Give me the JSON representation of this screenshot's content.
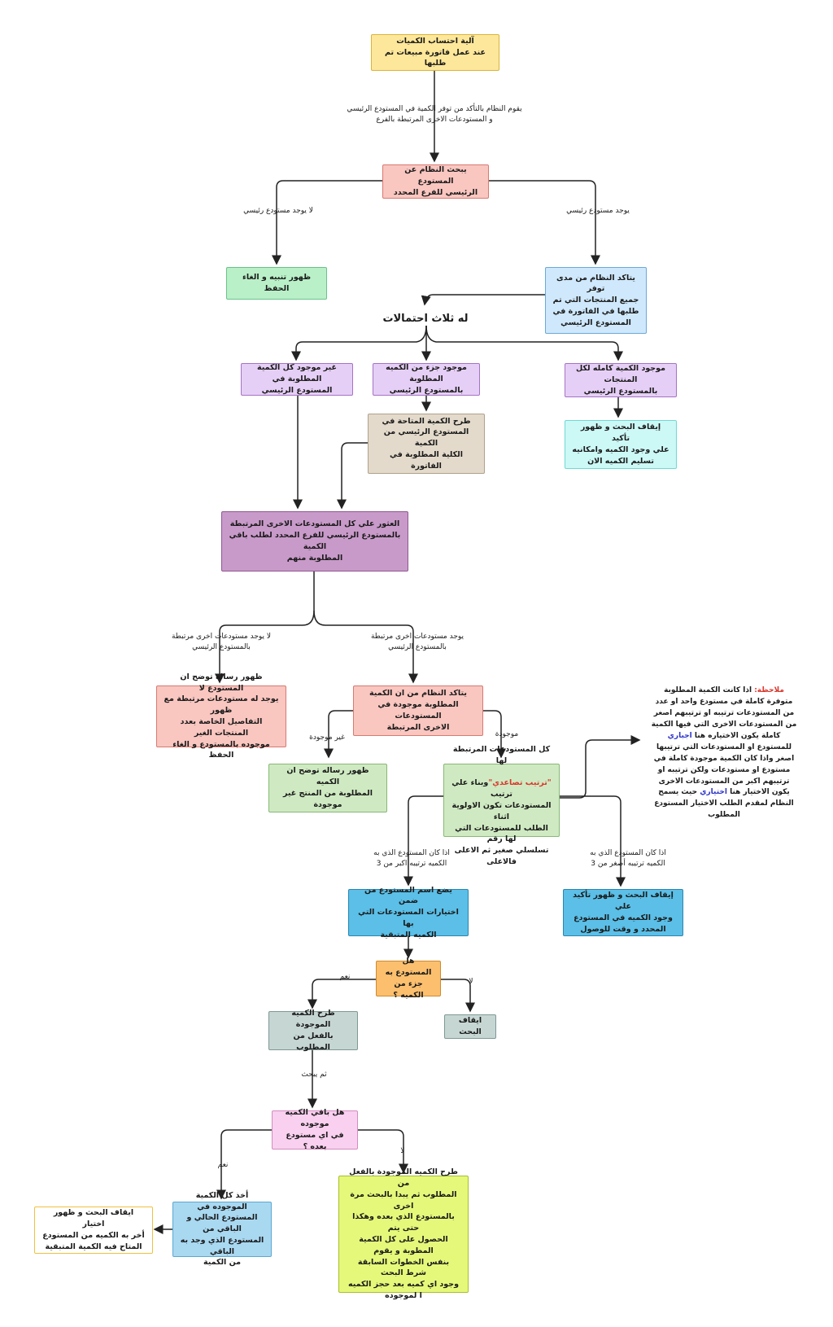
{
  "title_box": "آلية احتساب الكميات\nعند عمل فاتورة مبيعات تم طلبها",
  "check_label": "يقوم النظام بالتأكد من توفر الكمية في المستودع الرئيسي\nو المستودعات الاخرى المرتبطة بالفرع",
  "search_main": "يبحث النظام عن المستودع\nالرئيسي للفرع المحدد",
  "no_main_label": "لا يوجد  مستودع رئيسي",
  "yes_main_label": "يوجد  مستودع رئيسي",
  "alert_cancel": "ظهور تنبيه و الغاء الحفظ",
  "verify_main": "يتاكد النظام من مدى توفر\nجميع المنتجات التي تم\nطلبها في الفاتورة في\nالمستودع الرئيسي",
  "three_cases": "له ثلاث احتمالات",
  "case_none": "غير موجود كل الكمية المطلوبة  في\nالمستودع الرئيسي",
  "case_partial": "موجود جزء من الكميه المطلوبة\nبالمستودع الرئيسي",
  "case_full": "موجود الكمية كامله لكل المنتجات\nبالمستودع الرئيسي",
  "subtract_available": "طرح الكمية المتاحة  في\nالمستودع الرئيسي من الكمية\nالكلية المطلوبة في الفاتورة",
  "stop_confirm_now": "إيقاف البحث و ظهور تأكيد\nعلي وجود الكميه  وامكانيه\nتسليم الكميه الان",
  "find_linked": "العثور علي كل المستودعات  الاخرى المرتبطة\nبالمستودع الرئيسي للفرع المحدد  لطلب باقي الكمية\nالمطلوبة منهم",
  "no_linked_label": "لا يوجد مستودعات اخرى مرتبطة\nبالمستودع الرئيسي",
  "yes_linked_label": "يوجد مستودعات اخرى مرتبطة\nبالمستودع الرئيسي",
  "no_linked_msg": "ظهور رساله توضح ان المستودع لا\nيوجد له مستودعات مرتبطة  مع ظهور\nالتفاصيل الخاصة بعدد المنتجات الغير\nموجوده بالمستودع و الغاء الحفظ",
  "verify_linked": "يتاكد النظام من ان الكمية\nالمطلوبة موجودة في المستودعات\nالاخرى المرتبطة",
  "not_found_label": "غير موجودة",
  "found_label": "موجودة",
  "not_found_msg": "ظهور رساله توضح ان الكميه\nالمطلوبة من المنتج  غير موجودة",
  "ordering": {
    "line1": "كل المستودعات المرتبطة لها",
    "quote": "\"ترتيب تصاعدي\"",
    "rest": "وبناء علي ترتيب\nالمستودعات تكون الاولوية اثناء\nالطلب للمستودعات التي لها رقم\nتسلسلي صغير ثم الاعلى فالاعلى"
  },
  "rank_gt3_label": "اذا كان  المستودع الذي به\nالكميه ترتيبه اكبر من 3",
  "rank_lt3_label": "اذا كان  المستودع الذي به\nالكميه ترتيبه أصغر من 3",
  "add_to_options": "يضع اسم المستودع من ضمن\nاختيارات  المستودعات التي بها\nالكميه المتبقية",
  "stop_confirm_branch": "إيقاف البحث و ظهور تأكيد علي\nوجود الكميه في المستودع\nالمحدد  و وقت للوصول",
  "has_partial": "هل المستودع به\nجزء من الكميه ؟",
  "yes_label": "نعم",
  "no_label": "لا",
  "subtract_needed": "طرح  الكميه الموجودة\nبالفعل من المطلوب",
  "stop_search": "ايقاف البحث",
  "then_search": "ثم يبحث",
  "remaining_q": "هل باقي الكميه موجوده\nفي اي مستودع  بعده ؟",
  "yes_label2": "نعم",
  "no_label2": "لا",
  "take_all": "أخذ كل الكمية الموجوده في\nالمستودع الحالي و الباقي من\nالمستودع الذي وجد به الباقي\nمن الكمية",
  "stop_choose_other": "ايقاف البحث و ظهور اختيار\nأخر به الكميه من المستودع\nالمتاح فيه الكمية المتبقية",
  "loop_search": "طرح  الكميه الموجودة بالفعل من\nالمطلوب ثم يبدا بالبحث مرة اخرى\nبالمستودع الذي بعده وهكذا حتى يتم\nالحصول على كل الكمية المطوبة و يقوم\nبنفس الخطوات السابقة\nشرط البحث\nوجود اي كميه بعد حجز الكميه ا لموجوده",
  "note": {
    "prefix": "ملاحظة:",
    "part1": " اذا كانت الكمية المطلوبة متوفرة كاملة في مستودع واحد او عدد من المستودعات ترتيبه او ترتيبهم اصغر من المستودعات الاخرى التي فيها الكمية كاملة يكون الاختياره هنا ",
    "word1": "اجباري",
    "part2": " للمستودع او المستودعات التي ترتيبها اصغر واذا كان الكمية موجودة كاملة في مستودع او مستودعات ولكن ترتيبه او ترتيبهم اكبر من المستودعات الاخرى يكون الاختيار هنا ",
    "word2": "اختياري",
    "part3": " حيث يسمح النظام لمقدم الطلب الاختيار المستودع المطلوب"
  },
  "colors": {
    "yellow": "#fde79a",
    "salmon": "#f9c6c0",
    "green": "#b9f0c8",
    "lightblue": "#cfe8fb",
    "lavender": "#e6cff6",
    "beige": "#e3dacb",
    "cyan": "#ccf8f6",
    "purple": "#c89ac9",
    "lightgreen": "#cfeac2",
    "blue": "#5bbfe7",
    "orange": "#fbbf6e",
    "slate": "#c6d6d3",
    "pink": "#f9d0ef",
    "skyblue": "#a9d8f1",
    "lime": "#e6f87a",
    "white": "#ffffff"
  }
}
